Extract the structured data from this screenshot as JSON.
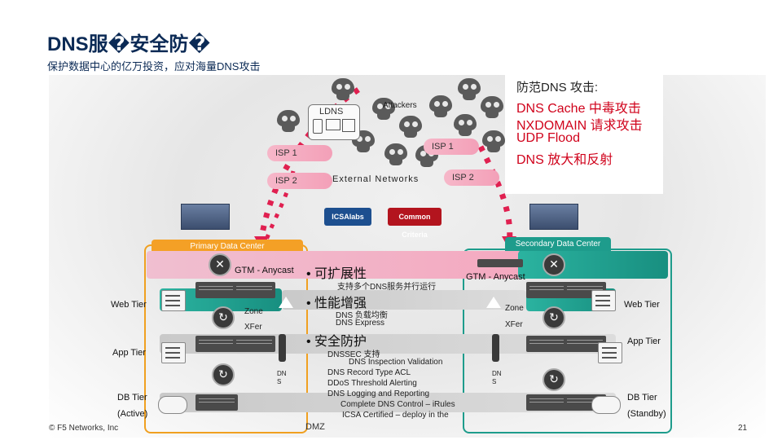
{
  "header": {
    "title": "DNS服�安全防�",
    "subtitle": "保护数据中心的亿万投资，应对海量DNS攻击"
  },
  "network": {
    "attackers_label": "Attackers",
    "ldns_label": "LDNS",
    "isp1_left": "ISP 1",
    "isp2_left": "ISP 2",
    "isp1_right": "ISP 1",
    "isp2_right": "ISP 2",
    "external_label": "External Networks",
    "logo_icsa": "ICSAlabs",
    "logo_cc": "Common Criteria"
  },
  "attack_types": {
    "title": "防范DNS 攻击:",
    "items": [
      "DNS Cache 中毒攻击",
      "NXDOMAIN 请求攻击",
      "UDP Flood",
      "DNS 放大和反射"
    ],
    "accent_color": "#d0021b"
  },
  "primary_dc": {
    "label": "Primary Data Center",
    "gtm": "GTM - Anycast",
    "web_tier": "Web Tier",
    "zone": "Zone",
    "xfer": "XFer",
    "app_tier": "App Tier",
    "db_tier": "DB Tier",
    "active": "(Active)",
    "dns": "DN\nS",
    "border_color": "#f0a020"
  },
  "secondary_dc": {
    "label": "Secondary Data Center",
    "gtm": "GTM - Anycast",
    "web_tier": "Web Tier",
    "zone": "Zone",
    "xfer": "XFer",
    "app_tier": "App Tier",
    "db_tier": "DB Tier",
    "standby": "(Standby)",
    "dns": "DN\nS",
    "border_color": "#1e9c8c"
  },
  "features": {
    "f1_title": "• 可扩展性",
    "f1_line1": "支持多个DNS服务并行运行",
    "f2_title": "• 性能增强",
    "f2_line1": "DNS 负载均衡",
    "f2_line2": "DNS Express",
    "f3_title": "• 安全防护",
    "f3_line1": "DNSSEC 支持",
    "f3_line2": "DNS Inspection Validation",
    "f3_line3": "DNS Record Type ACL",
    "f3_line4": "DDoS Threshold Alerting",
    "f3_line5": "DNS Logging and Reporting",
    "f3_line6": "Complete DNS Control – iRules",
    "f3_line7": "ICSA Certified – deploy in the"
  },
  "footer": {
    "copyright": "© F5 Networks, Inc",
    "dmz": "DMZ",
    "page_number": "21"
  }
}
